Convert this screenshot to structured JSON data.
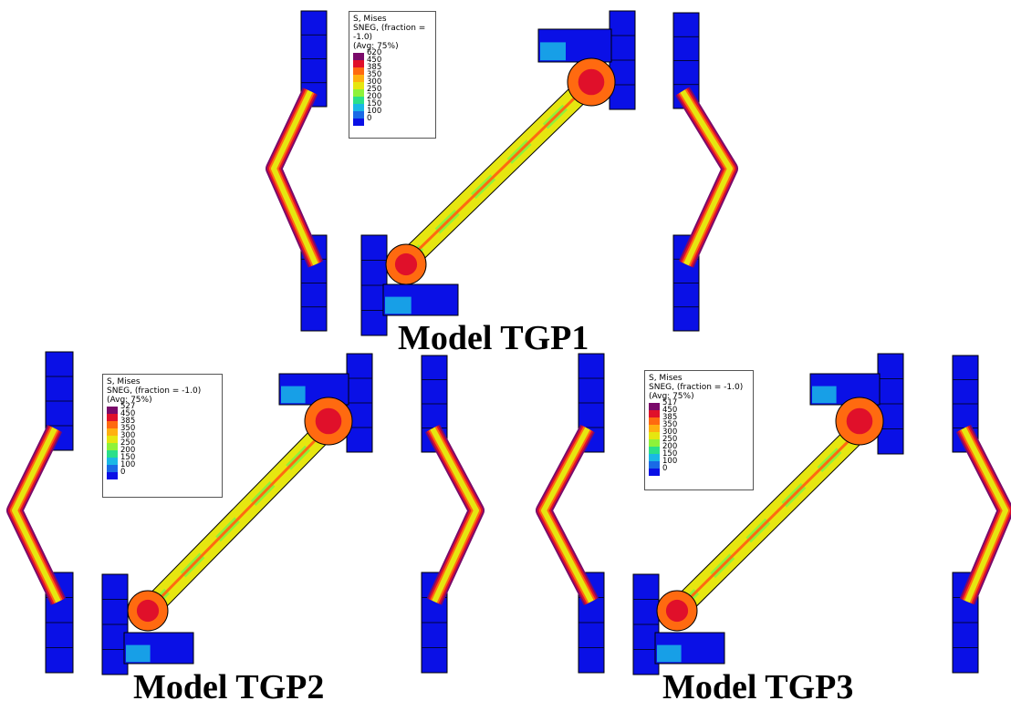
{
  "models": [
    {
      "title": "Model TGP1",
      "legend": {
        "title": "S, Mises",
        "line2": "SNEG, (fraction = -1.0)",
        "line3": "(Avg: 75%)",
        "levels": [
          "620",
          "450",
          "385",
          "350",
          "300",
          "250",
          "200",
          "150",
          "100",
          "0"
        ]
      }
    },
    {
      "title": "Model TGP2",
      "legend": {
        "title": "S, Mises",
        "line2": "SNEG, (fraction = -1.0)",
        "line3": "(Avg: 75%)",
        "levels": [
          "527",
          "450",
          "385",
          "350",
          "300",
          "250",
          "200",
          "150",
          "100",
          "0"
        ]
      }
    },
    {
      "title": "Model TGP3",
      "legend": {
        "title": "S, Mises",
        "line2": "SNEG, (fraction = -1.0)",
        "line3": "(Avg: 75%)",
        "levels": [
          "517",
          "450",
          "385",
          "350",
          "300",
          "250",
          "200",
          "150",
          "100",
          "0"
        ]
      }
    }
  ],
  "colors": {
    "scale": [
      "#7a0a6a",
      "#e0102a",
      "#ff6a10",
      "#ffb010",
      "#e6e610",
      "#8ef23a",
      "#2ae08a",
      "#1ab8e6",
      "#1a6ae6",
      "#0a10e6"
    ],
    "column": "#0a10e6",
    "brace_low": "#e6e610",
    "brace_mid": "#8ef23a",
    "brace_high": "#ff6a10",
    "hot": "#e0102a",
    "extreme": "#7a0a6a"
  }
}
